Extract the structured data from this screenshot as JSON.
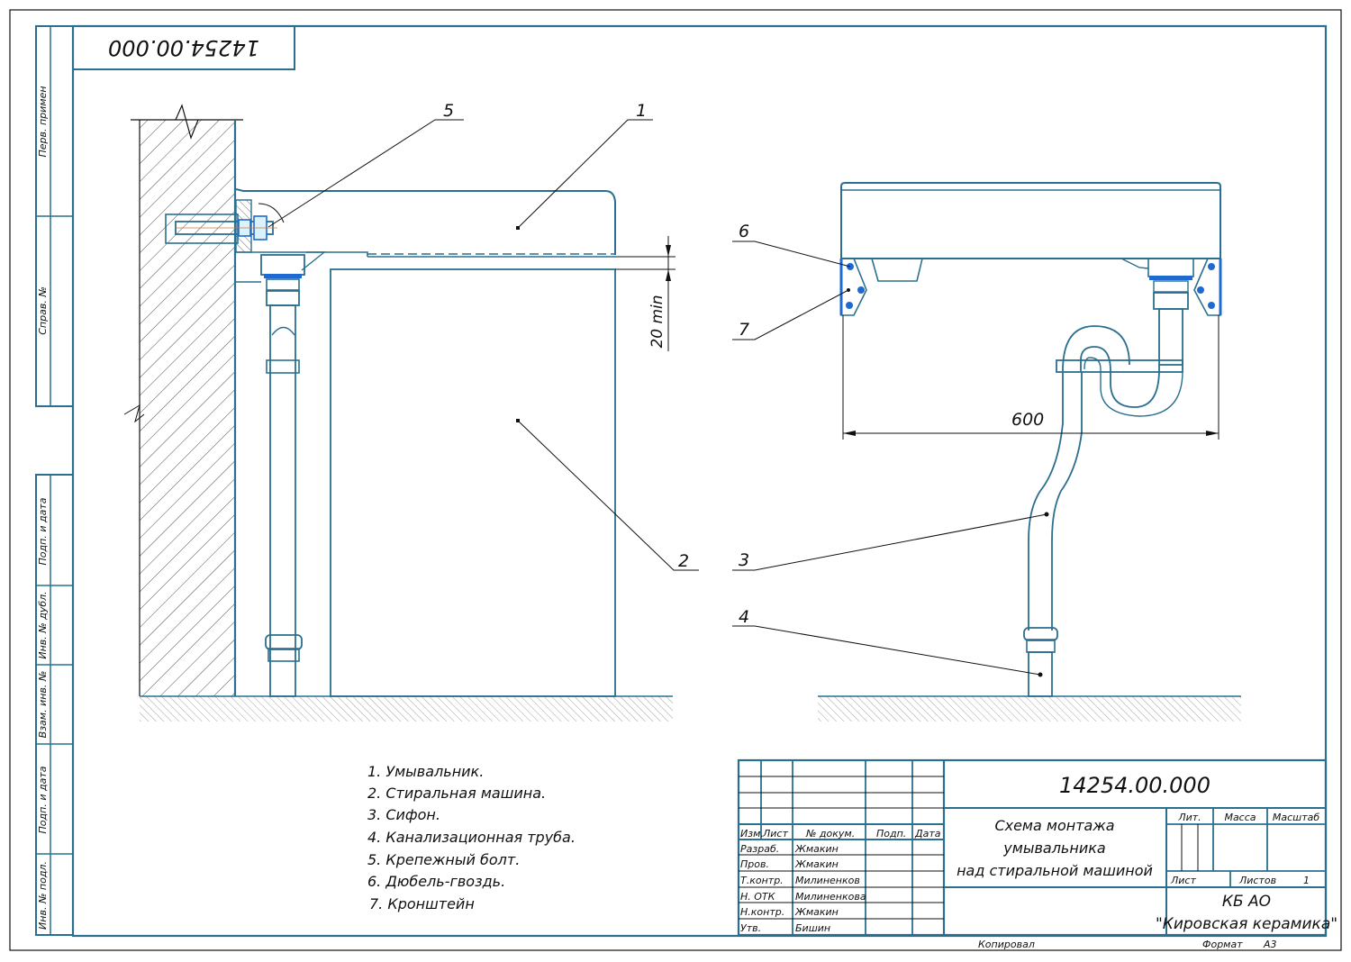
{
  "drawing": {
    "number": "14254.00.000",
    "number_rotated": "14254.00.000",
    "title_lines": [
      "Схема монтажа",
      "умывальника",
      "над стиральной машиной"
    ],
    "organization": [
      "КБ АО",
      "\"Кировская керамика\""
    ],
    "copied_label": "Копировал",
    "format_label": "Формат",
    "format_value": "А3",
    "colors": {
      "line": "#2a6f8f",
      "accent": "#1e6ad0",
      "ink": "#111111"
    }
  },
  "left_strip": {
    "top": [
      "Перв. примен",
      "Справ. №"
    ],
    "bottom": [
      "Подп. и дата",
      "Инв. № дубл.",
      "Взам. инв. №",
      "Подп. и дата",
      "Инв. № подл."
    ]
  },
  "callouts": {
    "c1": "1",
    "c2": "2",
    "c3": "3",
    "c4": "4",
    "c5": "5",
    "c6": "6",
    "c7": "7"
  },
  "dimensions": {
    "gap": "20 min",
    "width": "600"
  },
  "legend": [
    "1. Умывальник.",
    "2. Стиральная машина.",
    "3. Сифон.",
    "4. Канализационная труба.",
    "5. Крепежный болт.",
    "6. Дюбель-гвоздь.",
    "7. Кронштейн"
  ],
  "title_block": {
    "headers": {
      "izm": "Изм.",
      "list": "Лист",
      "doc": "№ докум.",
      "podp": "Подп.",
      "data": "Дата"
    },
    "rows": [
      {
        "role": "Разраб.",
        "name": "Жмакин"
      },
      {
        "role": "Пров.",
        "name": "Жмакин"
      },
      {
        "role": "Т.контр.",
        "name": "Милиненков"
      },
      {
        "role": "Н. ОТК",
        "name": "Милиненкова"
      },
      {
        "role": "Н.контр.",
        "name": "Жмакин"
      },
      {
        "role": "Утв.",
        "name": "Бишин"
      }
    ],
    "lit_label": "Лит.",
    "mass_label": "Масса",
    "scale_label": "Масштаб",
    "sheet_label": "Лист",
    "sheets_label": "Листов",
    "sheets_value": "1"
  }
}
